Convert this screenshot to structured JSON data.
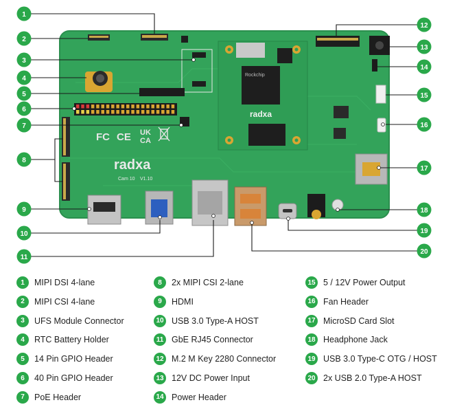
{
  "board": {
    "brand": "radxa",
    "soc_brand": "radxa",
    "soc_chip": "Rockchip",
    "model": "Cam 10",
    "version": "V1.10",
    "cert_fc": "FC",
    "cert_ce": "CE",
    "cert_ukca_top": "UK",
    "cert_ukca_bottom": "CA"
  },
  "callouts": [
    {
      "num": "1",
      "label": "MIPI DSI 4-lane"
    },
    {
      "num": "2",
      "label": "MIPI CSI 4-lane"
    },
    {
      "num": "3",
      "label": "UFS Module Connector"
    },
    {
      "num": "4",
      "label": "RTC Battery Holder"
    },
    {
      "num": "5",
      "label": "14 Pin GPIO Header"
    },
    {
      "num": "6",
      "label": "40 Pin GPIO Header"
    },
    {
      "num": "7",
      "label": "PoE Header"
    },
    {
      "num": "8",
      "label": "2x MIPI CSI 2-lane"
    },
    {
      "num": "9",
      "label": "HDMI"
    },
    {
      "num": "10",
      "label": "USB 3.0 Type-A HOST"
    },
    {
      "num": "11",
      "label": "GbE RJ45 Connector"
    },
    {
      "num": "12",
      "label": "M.2 M Key 2280 Connector"
    },
    {
      "num": "13",
      "label": "12V DC Power Input"
    },
    {
      "num": "14",
      "label": "Power Header"
    },
    {
      "num": "15",
      "label": "5 / 12V Power Output"
    },
    {
      "num": "16",
      "label": "Fan Header"
    },
    {
      "num": "17",
      "label": "MicroSD Card Slot"
    },
    {
      "num": "18",
      "label": "Headphone Jack"
    },
    {
      "num": "19",
      "label": "USB 3.0 Type-C OTG / HOST"
    },
    {
      "num": "20",
      "label": "2x USB 2.0 Type-A HOST"
    }
  ],
  "colors": {
    "badge": "#2aa84a",
    "pcb": "#33a35a",
    "pcb_dark": "#2b8f4e",
    "metal": "#b8b8b8",
    "gold": "#d9a632"
  }
}
